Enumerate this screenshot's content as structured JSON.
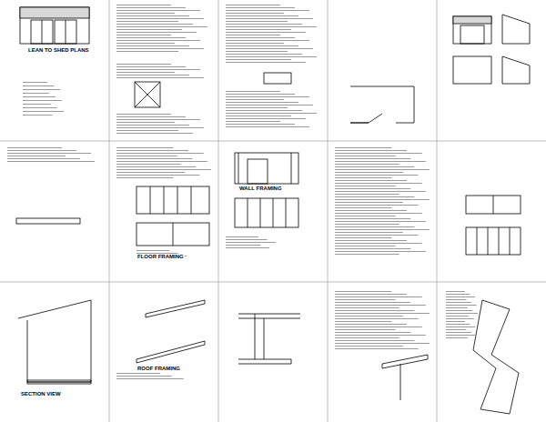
{
  "diagram": {
    "labels": [
      "LEAN TO SHED PLANS",
      "FLOOR FRAMING",
      "WALL FRAMING",
      "ROOF FRAMING",
      "SECTION VIEW"
    ]
  }
}
